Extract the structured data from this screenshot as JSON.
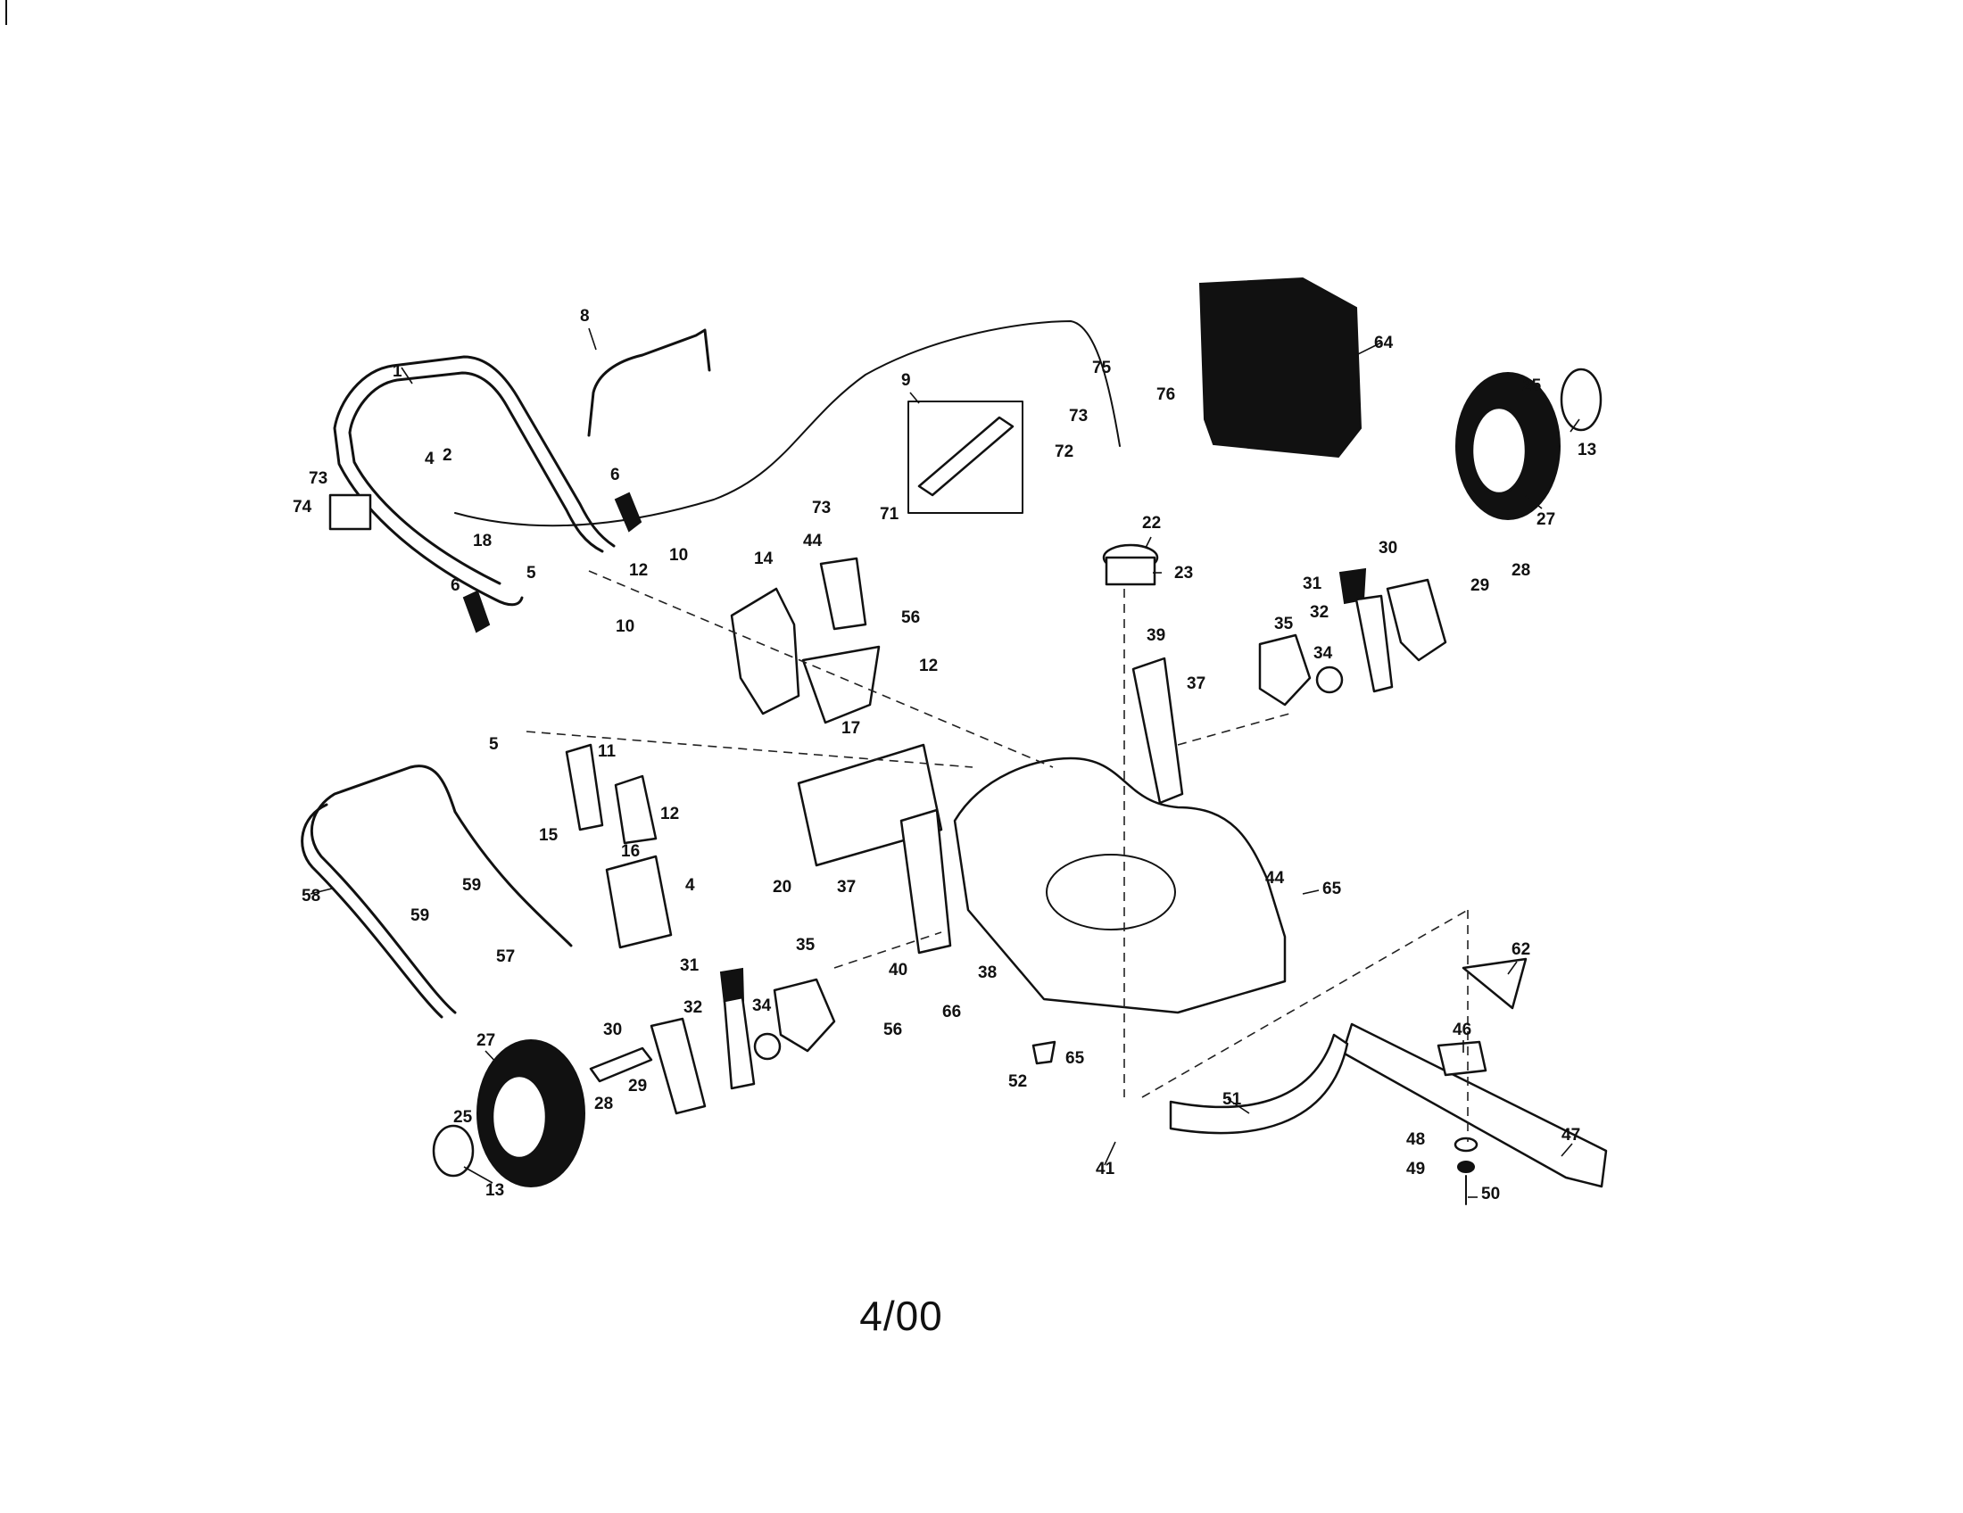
{
  "diagram": {
    "date_code": "4/00",
    "callouts": [
      {
        "id": "c1",
        "label": "1"
      },
      {
        "id": "c2",
        "label": "2"
      },
      {
        "id": "c4a",
        "label": "4"
      },
      {
        "id": "c4b",
        "label": "4"
      },
      {
        "id": "c5a",
        "label": "5"
      },
      {
        "id": "c5b",
        "label": "5"
      },
      {
        "id": "c6a",
        "label": "6"
      },
      {
        "id": "c6b",
        "label": "6"
      },
      {
        "id": "c8",
        "label": "8"
      },
      {
        "id": "c9",
        "label": "9"
      },
      {
        "id": "c10a",
        "label": "10"
      },
      {
        "id": "c10b",
        "label": "10"
      },
      {
        "id": "c11",
        "label": "11"
      },
      {
        "id": "c12a",
        "label": "12"
      },
      {
        "id": "c12b",
        "label": "12"
      },
      {
        "id": "c12c",
        "label": "12"
      },
      {
        "id": "c13a",
        "label": "13"
      },
      {
        "id": "c13b",
        "label": "13"
      },
      {
        "id": "c14",
        "label": "14"
      },
      {
        "id": "c15",
        "label": "15"
      },
      {
        "id": "c16",
        "label": "16"
      },
      {
        "id": "c17",
        "label": "17"
      },
      {
        "id": "c18",
        "label": "18"
      },
      {
        "id": "c20",
        "label": "20"
      },
      {
        "id": "c22",
        "label": "22"
      },
      {
        "id": "c23",
        "label": "23"
      },
      {
        "id": "c25a",
        "label": "25"
      },
      {
        "id": "c25b",
        "label": "25"
      },
      {
        "id": "c27a",
        "label": "27"
      },
      {
        "id": "c27b",
        "label": "27"
      },
      {
        "id": "c28a",
        "label": "28"
      },
      {
        "id": "c28b",
        "label": "28"
      },
      {
        "id": "c29a",
        "label": "29"
      },
      {
        "id": "c29b",
        "label": "29"
      },
      {
        "id": "c30a",
        "label": "30"
      },
      {
        "id": "c30b",
        "label": "30"
      },
      {
        "id": "c31a",
        "label": "31"
      },
      {
        "id": "c31b",
        "label": "31"
      },
      {
        "id": "c32a",
        "label": "32"
      },
      {
        "id": "c32b",
        "label": "32"
      },
      {
        "id": "c34a",
        "label": "34"
      },
      {
        "id": "c34b",
        "label": "34"
      },
      {
        "id": "c35a",
        "label": "35"
      },
      {
        "id": "c35b",
        "label": "35"
      },
      {
        "id": "c37a",
        "label": "37"
      },
      {
        "id": "c37b",
        "label": "37"
      },
      {
        "id": "c38",
        "label": "38"
      },
      {
        "id": "c39",
        "label": "39"
      },
      {
        "id": "c40",
        "label": "40"
      },
      {
        "id": "c41",
        "label": "41"
      },
      {
        "id": "c44a",
        "label": "44"
      },
      {
        "id": "c44b",
        "label": "44"
      },
      {
        "id": "c46",
        "label": "46"
      },
      {
        "id": "c47",
        "label": "47"
      },
      {
        "id": "c48",
        "label": "48"
      },
      {
        "id": "c49",
        "label": "49"
      },
      {
        "id": "c50",
        "label": "50"
      },
      {
        "id": "c51",
        "label": "51"
      },
      {
        "id": "c52",
        "label": "52"
      },
      {
        "id": "c56a",
        "label": "56"
      },
      {
        "id": "c56b",
        "label": "56"
      },
      {
        "id": "c57",
        "label": "57"
      },
      {
        "id": "c58",
        "label": "58"
      },
      {
        "id": "c59a",
        "label": "59"
      },
      {
        "id": "c59b",
        "label": "59"
      },
      {
        "id": "c62",
        "label": "62"
      },
      {
        "id": "c64",
        "label": "64"
      },
      {
        "id": "c65a",
        "label": "65"
      },
      {
        "id": "c65b",
        "label": "65"
      },
      {
        "id": "c66",
        "label": "66"
      },
      {
        "id": "c71",
        "label": "71"
      },
      {
        "id": "c72",
        "label": "72"
      },
      {
        "id": "c73a",
        "label": "73"
      },
      {
        "id": "c73b",
        "label": "73"
      },
      {
        "id": "c73c",
        "label": "73"
      },
      {
        "id": "c74",
        "label": "74"
      },
      {
        "id": "c75",
        "label": "75"
      },
      {
        "id": "c76",
        "label": "76"
      }
    ]
  }
}
